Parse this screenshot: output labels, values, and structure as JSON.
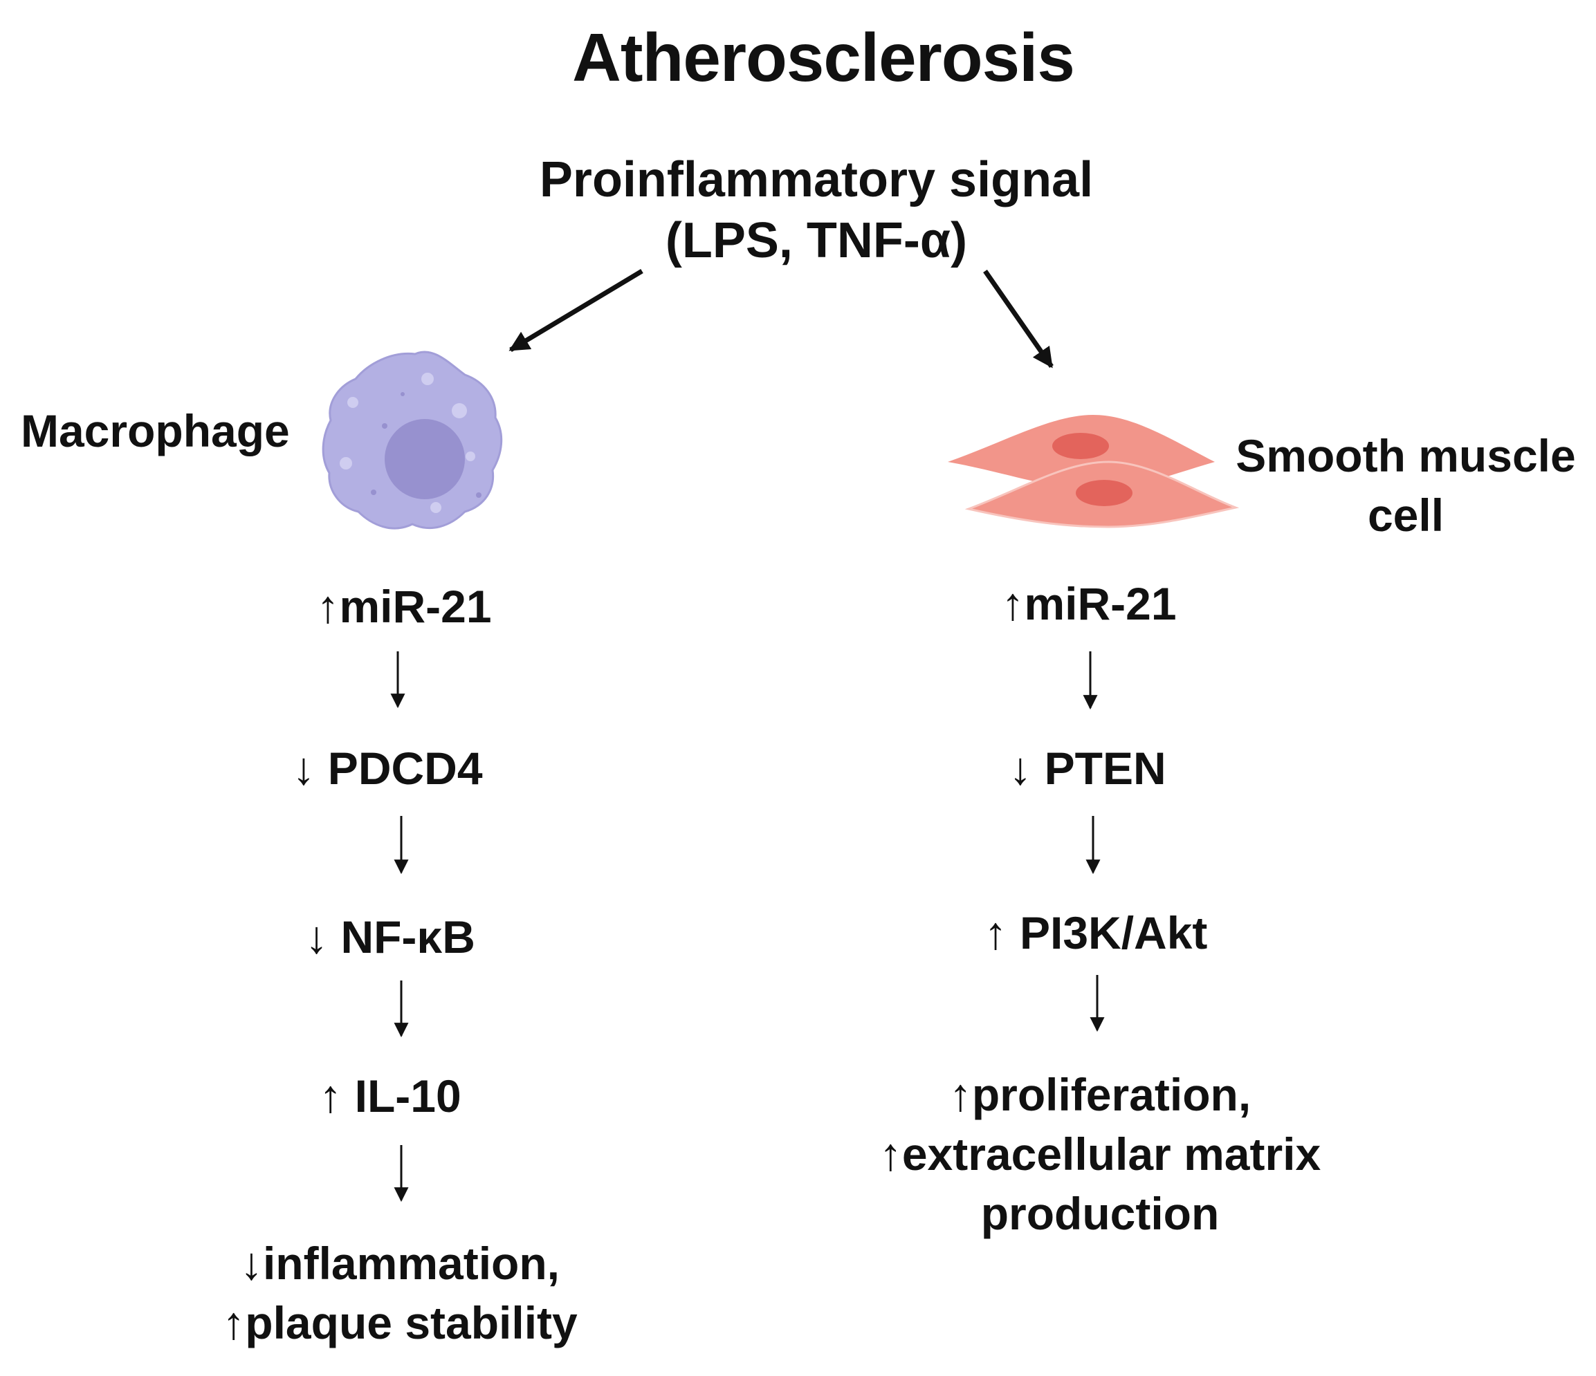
{
  "title": "Atherosclerosis",
  "signal": {
    "line1": "Proinflammatory signal",
    "line2": "(LPS, TNF-α)"
  },
  "macrophage": {
    "label": "Macrophage",
    "steps": [
      "↑miR-21",
      "↓ PDCD4",
      "↓ NF-κB",
      "↑ IL-10"
    ],
    "outcome": {
      "line1": "↓inflammation,",
      "line2": "↑plaque stability"
    }
  },
  "smooth_muscle": {
    "label_line1": "Smooth muscle",
    "label_line2": "cell",
    "steps": [
      "↑miR-21",
      "↓ PTEN",
      "↑ PI3K/Akt"
    ],
    "outcome": {
      "line1": "↑proliferation,",
      "line2": "↑extracellular matrix",
      "line3": "production"
    }
  },
  "colors": {
    "text": "#111111",
    "macrophage_body": "#b3b0e3",
    "macrophage_nucleus": "#9791cf",
    "smooth_muscle_body": "#f2958a",
    "smooth_muscle_nucleus": "#e3645c"
  }
}
